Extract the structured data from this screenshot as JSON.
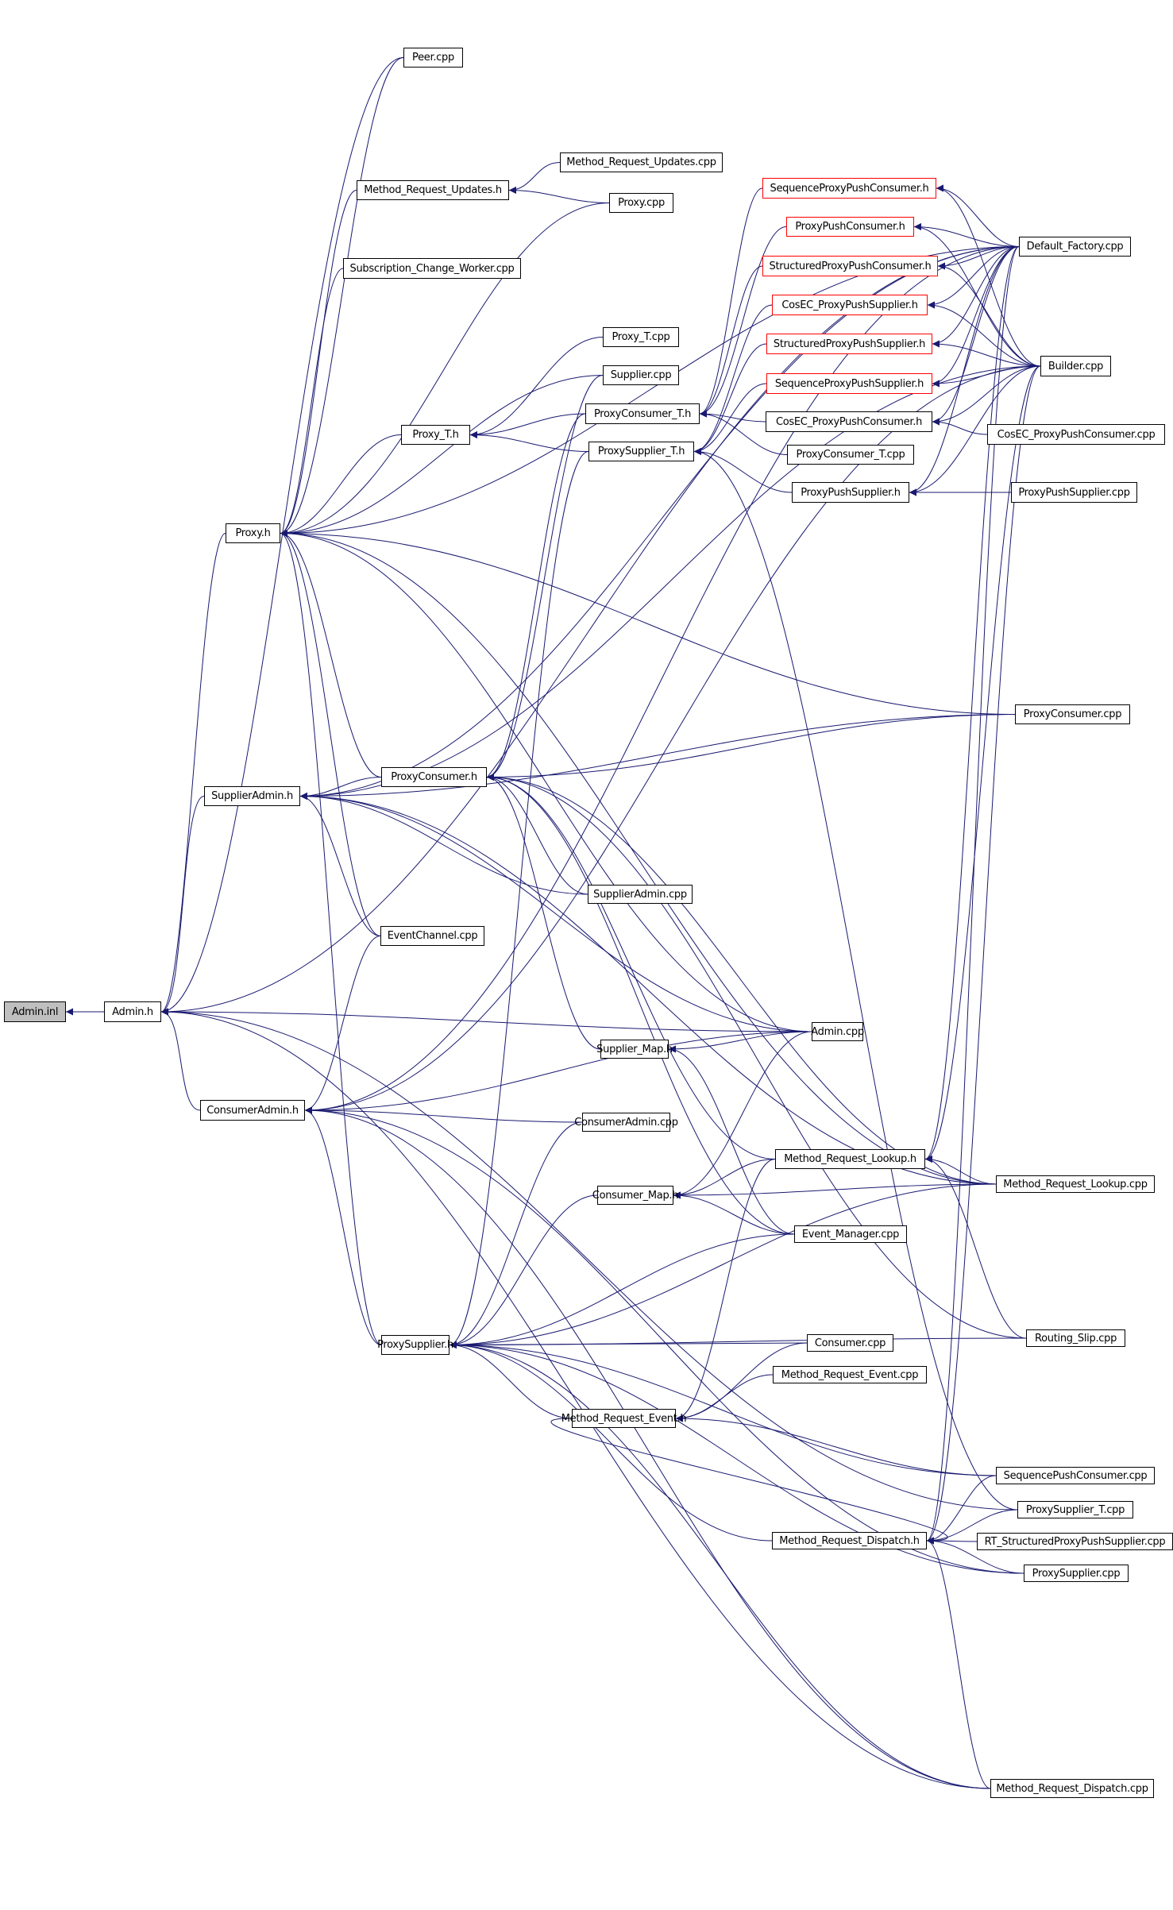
{
  "graph": {
    "title": "Admin.inl included-by graph",
    "edge_color": "#191970",
    "root_fill": "#bfbfbf",
    "incomplete_border": "#ff0000",
    "nodes": [
      {
        "id": "admin_inl",
        "label": "Admin.inl",
        "style": "root"
      },
      {
        "id": "admin_h",
        "label": "Admin.h"
      },
      {
        "id": "peer_cpp",
        "label": "Peer.cpp"
      },
      {
        "id": "mru_cpp",
        "label": "Method_Request_Updates.cpp"
      },
      {
        "id": "mru_h",
        "label": "Method_Request_Updates.h"
      },
      {
        "id": "proxy_cpp",
        "label": "Proxy.cpp"
      },
      {
        "id": "scw_cpp",
        "label": "Subscription_Change_Worker.cpp"
      },
      {
        "id": "seqppc_h",
        "label": "SequenceProxyPushConsumer.h",
        "style": "red"
      },
      {
        "id": "ppc_h",
        "label": "ProxyPushConsumer.h",
        "style": "red"
      },
      {
        "id": "strppc_h",
        "label": "StructuredProxyPushConsumer.h",
        "style": "red"
      },
      {
        "id": "default_factory_cpp",
        "label": "Default_Factory.cpp"
      },
      {
        "id": "cosec_pps_h",
        "label": "CosEC_ProxyPushSupplier.h",
        "style": "red"
      },
      {
        "id": "proxy_t_cpp",
        "label": "Proxy_T.cpp"
      },
      {
        "id": "strpps_h",
        "label": "StructuredProxyPushSupplier.h",
        "style": "red"
      },
      {
        "id": "builder_cpp",
        "label": "Builder.cpp"
      },
      {
        "id": "supplier_cpp",
        "label": "Supplier.cpp"
      },
      {
        "id": "seqpps_h",
        "label": "SequenceProxyPushSupplier.h",
        "style": "red"
      },
      {
        "id": "proxyconsumer_t_h",
        "label": "ProxyConsumer_T.h"
      },
      {
        "id": "cosec_ppc_h",
        "label": "CosEC_ProxyPushConsumer.h"
      },
      {
        "id": "proxy_t_h",
        "label": "Proxy_T.h"
      },
      {
        "id": "cosec_ppc_cpp",
        "label": "CosEC_ProxyPushConsumer.cpp"
      },
      {
        "id": "proxysupplier_t_h",
        "label": "ProxySupplier_T.h"
      },
      {
        "id": "proxyconsumer_t_cpp",
        "label": "ProxyConsumer_T.cpp"
      },
      {
        "id": "pps_h",
        "label": "ProxyPushSupplier.h"
      },
      {
        "id": "pps_cpp",
        "label": "ProxyPushSupplier.cpp"
      },
      {
        "id": "proxy_h",
        "label": "Proxy.h"
      },
      {
        "id": "proxyconsumer_cpp",
        "label": "ProxyConsumer.cpp"
      },
      {
        "id": "supplieradmin_h",
        "label": "SupplierAdmin.h"
      },
      {
        "id": "proxyconsumer_h",
        "label": "ProxyConsumer.h"
      },
      {
        "id": "supplieradmin_cpp",
        "label": "SupplierAdmin.cpp"
      },
      {
        "id": "eventchannel_cpp",
        "label": "EventChannel.cpp"
      },
      {
        "id": "supplier_map_h",
        "label": "Supplier_Map.h"
      },
      {
        "id": "admin_cpp",
        "label": "Admin.cpp"
      },
      {
        "id": "consumeradmin_h",
        "label": "ConsumerAdmin.h"
      },
      {
        "id": "consumeradmin_cpp",
        "label": "ConsumerAdmin.cpp"
      },
      {
        "id": "mrl_h",
        "label": "Method_Request_Lookup.h"
      },
      {
        "id": "mrl_cpp",
        "label": "Method_Request_Lookup.cpp"
      },
      {
        "id": "consumer_map_h",
        "label": "Consumer_Map.h"
      },
      {
        "id": "event_manager_cpp",
        "label": "Event_Manager.cpp"
      },
      {
        "id": "proxysupplier_h",
        "label": "ProxySupplier.h"
      },
      {
        "id": "routing_slip_cpp",
        "label": "Routing_Slip.cpp"
      },
      {
        "id": "consumer_cpp",
        "label": "Consumer.cpp"
      },
      {
        "id": "mre_cpp",
        "label": "Method_Request_Event.cpp"
      },
      {
        "id": "mre_h",
        "label": "Method_Request_Event.h"
      },
      {
        "id": "seqpushconsumer_cpp",
        "label": "SequencePushConsumer.cpp"
      },
      {
        "id": "proxysupplier_t_cpp",
        "label": "ProxySupplier_T.cpp"
      },
      {
        "id": "mrd_h",
        "label": "Method_Request_Dispatch.h"
      },
      {
        "id": "rt_strpps_cpp",
        "label": "RT_StructuredProxyPushSupplier.cpp"
      },
      {
        "id": "proxysupplier_cpp",
        "label": "ProxySupplier.cpp"
      },
      {
        "id": "mrd_cpp",
        "label": "Method_Request_Dispatch.cpp"
      }
    ],
    "edges": [
      [
        "admin_h",
        "admin_inl"
      ],
      [
        "peer_cpp",
        "admin_h"
      ],
      [
        "default_factory_cpp",
        "admin_h"
      ],
      [
        "proxy_h",
        "admin_h"
      ],
      [
        "supplieradmin_h",
        "admin_h"
      ],
      [
        "consumeradmin_h",
        "admin_h"
      ],
      [
        "admin_cpp",
        "admin_h"
      ],
      [
        "proxysupplier_t_cpp",
        "admin_h"
      ],
      [
        "mrd_cpp",
        "admin_h"
      ],
      [
        "mru_cpp",
        "mru_h"
      ],
      [
        "proxy_cpp",
        "mru_h"
      ],
      [
        "peer_cpp",
        "proxy_h"
      ],
      [
        "mru_h",
        "proxy_h"
      ],
      [
        "scw_cpp",
        "proxy_h"
      ],
      [
        "proxy_cpp",
        "proxy_h"
      ],
      [
        "supplier_cpp",
        "proxy_h"
      ],
      [
        "proxy_t_h",
        "proxy_h"
      ],
      [
        "default_factory_cpp",
        "proxy_h"
      ],
      [
        "proxyconsumer_cpp",
        "proxy_h"
      ],
      [
        "mrl_cpp",
        "proxy_h"
      ],
      [
        "admin_cpp",
        "proxy_h"
      ],
      [
        "proxyconsumer_h",
        "proxy_h"
      ],
      [
        "proxysupplier_h",
        "proxy_h"
      ],
      [
        "eventchannel_cpp",
        "proxy_h"
      ],
      [
        "proxyconsumer_t_h",
        "proxy_t_h"
      ],
      [
        "proxysupplier_t_h",
        "proxy_t_h"
      ],
      [
        "proxy_t_cpp",
        "proxy_t_h"
      ],
      [
        "cosec_ppc_h",
        "proxyconsumer_t_h"
      ],
      [
        "proxyconsumer_t_cpp",
        "proxyconsumer_t_h"
      ],
      [
        "seqppc_h",
        "proxyconsumer_t_h"
      ],
      [
        "ppc_h",
        "proxyconsumer_t_h"
      ],
      [
        "strppc_h",
        "proxyconsumer_t_h"
      ],
      [
        "pps_h",
        "proxysupplier_t_h"
      ],
      [
        "cosec_pps_h",
        "proxysupplier_t_h"
      ],
      [
        "strpps_h",
        "proxysupplier_t_h"
      ],
      [
        "seqpps_h",
        "proxysupplier_t_h"
      ],
      [
        "proxysupplier_t_cpp",
        "proxysupplier_t_h"
      ],
      [
        "default_factory_cpp",
        "seqppc_h"
      ],
      [
        "builder_cpp",
        "seqppc_h"
      ],
      [
        "default_factory_cpp",
        "ppc_h"
      ],
      [
        "builder_cpp",
        "ppc_h"
      ],
      [
        "default_factory_cpp",
        "strppc_h"
      ],
      [
        "builder_cpp",
        "strppc_h"
      ],
      [
        "default_factory_cpp",
        "cosec_pps_h"
      ],
      [
        "builder_cpp",
        "cosec_pps_h"
      ],
      [
        "default_factory_cpp",
        "strpps_h"
      ],
      [
        "builder_cpp",
        "strpps_h"
      ],
      [
        "default_factory_cpp",
        "seqpps_h"
      ],
      [
        "builder_cpp",
        "seqpps_h"
      ],
      [
        "default_factory_cpp",
        "cosec_ppc_h"
      ],
      [
        "builder_cpp",
        "cosec_ppc_h"
      ],
      [
        "cosec_ppc_cpp",
        "cosec_ppc_h"
      ],
      [
        "default_factory_cpp",
        "pps_h"
      ],
      [
        "builder_cpp",
        "pps_h"
      ],
      [
        "pps_cpp",
        "pps_h"
      ],
      [
        "proxyconsumer_h",
        "supplieradmin_h"
      ],
      [
        "eventchannel_cpp",
        "supplieradmin_h"
      ],
      [
        "supplieradmin_cpp",
        "supplieradmin_h"
      ],
      [
        "default_factory_cpp",
        "supplieradmin_h"
      ],
      [
        "builder_cpp",
        "supplieradmin_h"
      ],
      [
        "admin_cpp",
        "supplieradmin_h"
      ],
      [
        "proxyconsumer_cpp",
        "supplieradmin_h"
      ],
      [
        "mrl_cpp",
        "supplieradmin_h"
      ],
      [
        "proxyconsumer_t_h",
        "proxyconsumer_h"
      ],
      [
        "proxyconsumer_cpp",
        "proxyconsumer_h"
      ],
      [
        "supplieradmin_cpp",
        "proxyconsumer_h"
      ],
      [
        "supplier_cpp",
        "proxyconsumer_h"
      ],
      [
        "mrl_cpp",
        "proxyconsumer_h"
      ],
      [
        "mrl_h",
        "proxyconsumer_h"
      ],
      [
        "supplier_map_h",
        "proxyconsumer_h"
      ],
      [
        "event_manager_cpp",
        "proxyconsumer_h"
      ],
      [
        "routing_slip_cpp",
        "proxyconsumer_h"
      ],
      [
        "admin_cpp",
        "supplier_map_h"
      ],
      [
        "event_manager_cpp",
        "supplier_map_h"
      ],
      [
        "admin_cpp",
        "consumeradmin_h"
      ],
      [
        "consumeradmin_cpp",
        "consumeradmin_h"
      ],
      [
        "eventchannel_cpp",
        "consumeradmin_h"
      ],
      [
        "default_factory_cpp",
        "consumeradmin_h"
      ],
      [
        "builder_cpp",
        "consumeradmin_h"
      ],
      [
        "proxysupplier_cpp",
        "consumeradmin_h"
      ],
      [
        "mrd_cpp",
        "consumeradmin_h"
      ],
      [
        "proxysupplier_h",
        "consumeradmin_h"
      ],
      [
        "mrl_cpp",
        "mrl_h"
      ],
      [
        "builder_cpp",
        "mrl_h"
      ],
      [
        "default_factory_cpp",
        "mrl_h"
      ],
      [
        "routing_slip_cpp",
        "mrl_h"
      ],
      [
        "mrl_h",
        "consumer_map_h"
      ],
      [
        "mrl_cpp",
        "consumer_map_h"
      ],
      [
        "event_manager_cpp",
        "consumer_map_h"
      ],
      [
        "admin_cpp",
        "consumer_map_h"
      ],
      [
        "consumer_map_h",
        "proxysupplier_h"
      ],
      [
        "consumeradmin_cpp",
        "proxysupplier_h"
      ],
      [
        "proxysupplier_t_h",
        "proxysupplier_h"
      ],
      [
        "event_manager_cpp",
        "proxysupplier_h"
      ],
      [
        "mrl_cpp",
        "proxysupplier_h"
      ],
      [
        "consumer_cpp",
        "proxysupplier_h"
      ],
      [
        "mre_h",
        "proxysupplier_h"
      ],
      [
        "mrd_h",
        "proxysupplier_h"
      ],
      [
        "routing_slip_cpp",
        "proxysupplier_h"
      ],
      [
        "seqpushconsumer_cpp",
        "proxysupplier_h"
      ],
      [
        "proxysupplier_cpp",
        "proxysupplier_h"
      ],
      [
        "mrd_cpp",
        "proxysupplier_h"
      ],
      [
        "mre_cpp",
        "mre_h"
      ],
      [
        "consumer_cpp",
        "mre_h"
      ],
      [
        "mrl_h",
        "mre_h"
      ],
      [
        "seqpushconsumer_cpp",
        "mre_h"
      ],
      [
        "mre_h",
        "mrd_h"
      ],
      [
        "seqpushconsumer_cpp",
        "mrd_h"
      ],
      [
        "proxysupplier_t_cpp",
        "mrd_h"
      ],
      [
        "rt_strpps_cpp",
        "mrd_h"
      ],
      [
        "proxysupplier_cpp",
        "mrd_h"
      ],
      [
        "mrd_cpp",
        "mrd_h"
      ],
      [
        "default_factory_cpp",
        "mrd_h"
      ],
      [
        "builder_cpp",
        "mrd_h"
      ]
    ]
  }
}
